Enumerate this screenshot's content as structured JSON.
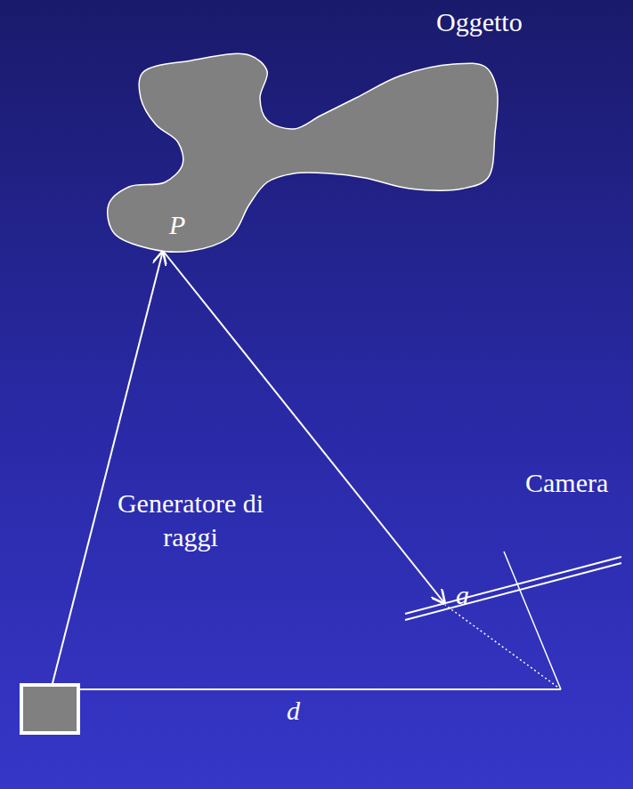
{
  "diagram": {
    "nodes": [
      {
        "text": [
          "Oggetto",
          "P"
        ]
      },
      {
        "text": [
          "Generatore di raggi"
        ]
      },
      {
        "text": [
          "Camera"
        ]
      }
    ],
    "edges": [
      {
        "from": 1,
        "to": 0,
        "arrow": "to"
      },
      {
        "from": 0,
        "to": 2,
        "arrow": "to"
      }
    ],
    "labels": [
      "a",
      "d"
    ]
  }
}
